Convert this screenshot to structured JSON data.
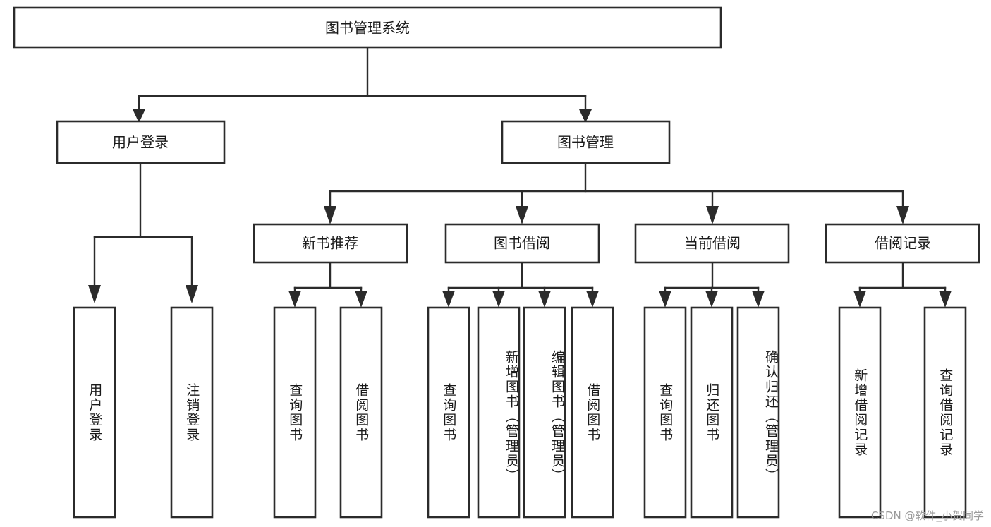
{
  "diagram": {
    "title": "图书管理系统",
    "watermark": "CSDN @软件_小贺同学",
    "root": {
      "label": "图书管理系统"
    },
    "level2": [
      {
        "id": "user-login",
        "label": "用户登录"
      },
      {
        "id": "book-management",
        "label": "图书管理"
      }
    ],
    "level3": [
      {
        "id": "new-book-recommend",
        "label": "新书推荐"
      },
      {
        "id": "book-borrow",
        "label": "图书借阅"
      },
      {
        "id": "current-borrow",
        "label": "当前借阅"
      },
      {
        "id": "borrow-record",
        "label": "借阅记录"
      }
    ],
    "leaves": {
      "user_login": [
        {
          "id": "leaf-user-login",
          "label": "用户登录"
        },
        {
          "id": "leaf-logout",
          "label": "注销登录"
        }
      ],
      "new_book_recommend": [
        {
          "id": "leaf-query-book-1",
          "label": "查询图书"
        },
        {
          "id": "leaf-borrow-book-1",
          "label": "借阅图书"
        }
      ],
      "book_borrow": [
        {
          "id": "leaf-query-book-2",
          "label": "查询图书"
        },
        {
          "id": "leaf-add-book",
          "label": "新增图书（管理员）"
        },
        {
          "id": "leaf-edit-book",
          "label": "编辑图书（管理员）"
        },
        {
          "id": "leaf-borrow-book-2",
          "label": "借阅图书"
        }
      ],
      "current_borrow": [
        {
          "id": "leaf-query-book-3",
          "label": "查询图书"
        },
        {
          "id": "leaf-return-book",
          "label": "归还图书"
        },
        {
          "id": "leaf-confirm-return",
          "label": "确认归还（管理员）"
        }
      ],
      "borrow_record": [
        {
          "id": "leaf-add-record",
          "label": "新增借阅记录"
        },
        {
          "id": "leaf-query-record",
          "label": "查询借阅记录"
        }
      ]
    },
    "colors": {
      "stroke": "#2b2b2b",
      "fill": "#ffffff",
      "text": "#1a1a1a",
      "watermark": "#9a9a9a"
    }
  }
}
